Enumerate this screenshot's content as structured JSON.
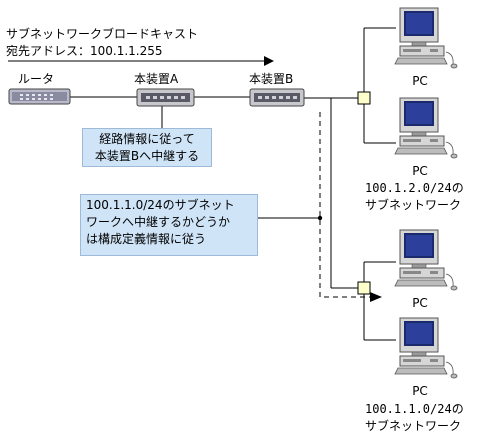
{
  "broadcast": {
    "line1": "サブネットワークブロードキャスト",
    "line2": "宛先アドレス：100.1.1.255"
  },
  "devices": {
    "router_label": "ルータ",
    "device_a_label": "本装置A",
    "device_b_label": "本装置B"
  },
  "notes": {
    "routing_note": [
      "経路情報に従って",
      "本装置Bへ中継する"
    ],
    "config_note": [
      "100.1.1.0/24のサブネット",
      "ワークへ中継するかどうか",
      "は構成定義情報に従う"
    ]
  },
  "pcs": {
    "pc_label": "PC"
  },
  "subnets": {
    "upper": [
      "100.1.2.0/24の",
      "サブネットワーク"
    ],
    "lower": [
      "100.1.1.0/24の",
      "サブネットワーク"
    ]
  },
  "colors": {
    "note_bg": "#cfe4f7",
    "hub_fill": "#ffffcc",
    "line": "#000000"
  }
}
